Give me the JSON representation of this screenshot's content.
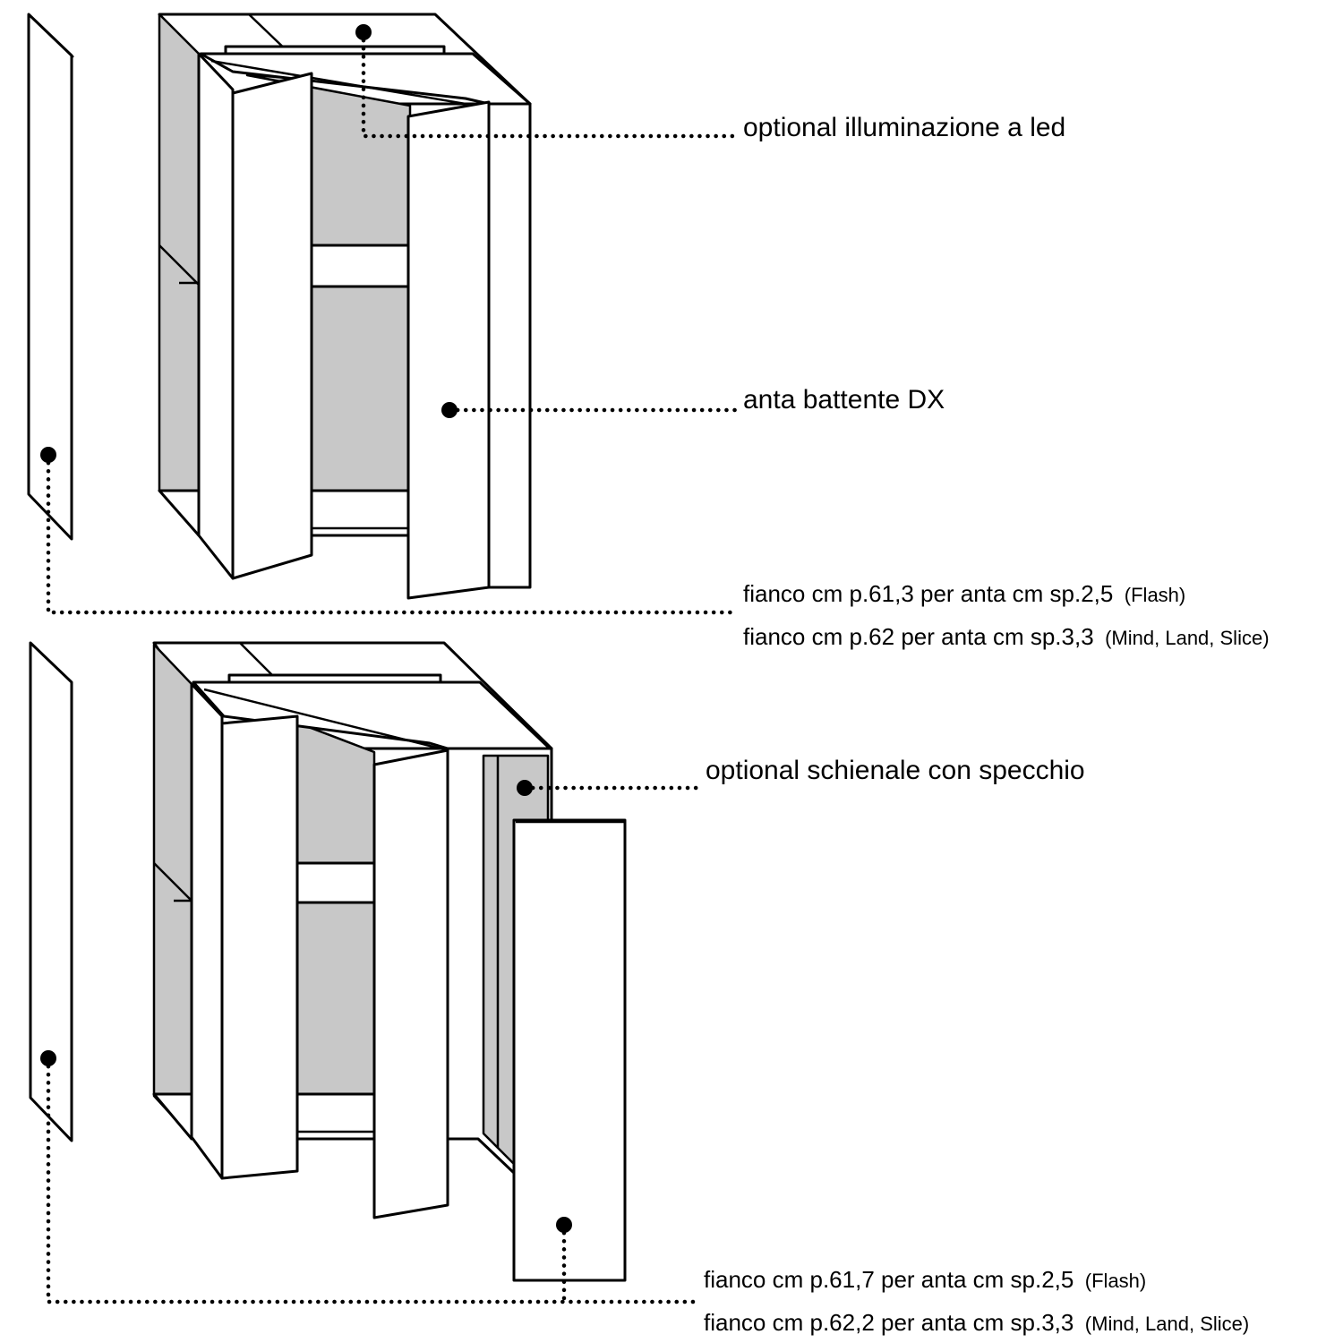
{
  "top_diagram": {
    "label_led": "optional illuminazione a led",
    "label_door": "anta battente DX",
    "side_line1_main": "fianco cm p.61,3 per anta cm sp.2,5",
    "side_line1_note": "(Flash)",
    "side_line2_main": "fianco cm p.62 per anta cm sp.3,3",
    "side_line2_note": "(Mind, Land, Slice)"
  },
  "bottom_diagram": {
    "label_mirror": "optional schienale con specchio",
    "side_line1_main": "fianco cm p.61,7 per anta cm sp.2,5",
    "side_line1_note": "(Flash)",
    "side_line2_main": "fianco cm p.62,2 per anta cm sp.3,3",
    "side_line2_note": "(Mind, Land, Slice)"
  },
  "colors": {
    "line": "#000000",
    "panel_fill": "#ffffff",
    "interior_fill": "#c8c8c8"
  }
}
